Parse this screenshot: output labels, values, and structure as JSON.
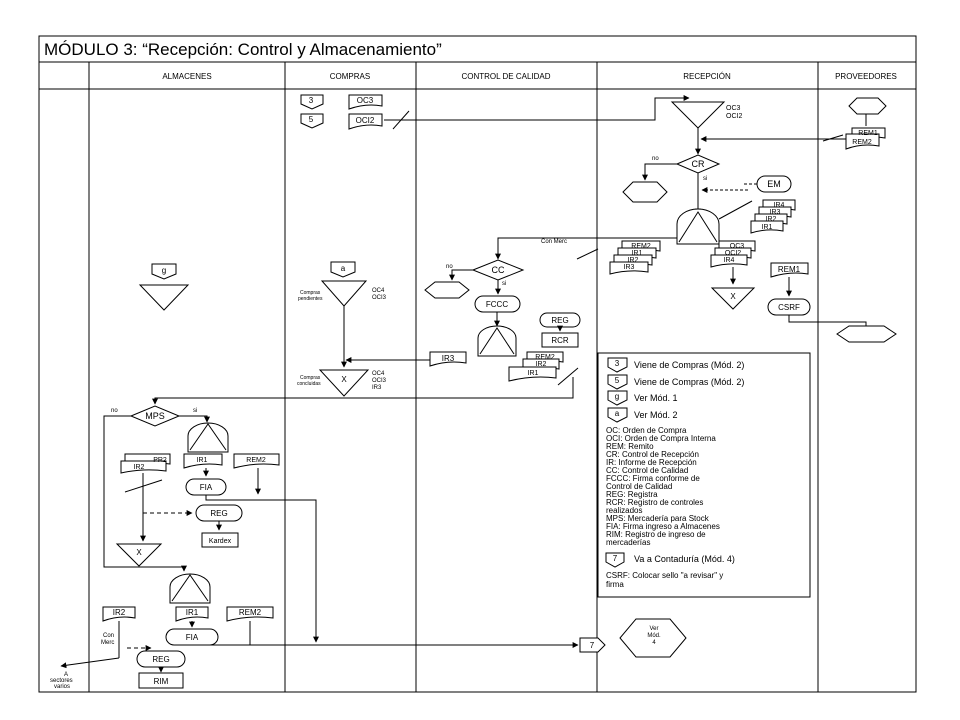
{
  "title": "MÓDULO 3: “Recepción:  Control y Almacenamiento”",
  "lanes": [
    "ALMACENES",
    "COMPRAS",
    "CONTROL DE CALIDAD",
    "RECEPCIÓN",
    "PROVEEDORES"
  ],
  "labels": {
    "c3": "3",
    "c5": "5",
    "oc3": "OC3",
    "oci2": "OCI2",
    "dueOC3": "OC3",
    "dueOCI2": "OCI2",
    "cr": "CR",
    "no_cr": "no",
    "si_cr": "si",
    "em": "EM",
    "rem1": "REM1",
    "rem2": "REM2",
    "ir4": "IR4",
    "ir3": "IR3",
    "ir2": "IR2",
    "ir1": "IR1",
    "conMerc": "Con Merc",
    "rr_rem2": "REM2",
    "rr_ir1": "IR1",
    "rr_ir2": "IR2",
    "rr_ir3": "IR3",
    "rf_oc3": "OC3",
    "rf_oci2": "OCI2",
    "rf_ir4": "IR4",
    "rem1b": "REM1",
    "x_rec": "X",
    "csrf": "CSRF",
    "cc": "CC",
    "no_cc": "no",
    "si_cc": "si",
    "fccc": "FCCC",
    "reg_cc": "REG",
    "rcr": "RCR",
    "ir3_cc": "IR3",
    "qc_rem2": "REM2",
    "qc_ir2": "IR2",
    "qc_ir1": "IR1",
    "a": "a",
    "pend1": "Compras",
    "pend2": "pendientes",
    "oc4a": "OC4",
    "oci3a": "OCI3",
    "x_comp": "X",
    "conc1": "Compras",
    "conc2": "concluidas",
    "oc4b": "OC4",
    "oci3b": "OCI3",
    "ir3b": "IR3",
    "g": "g",
    "mps": "MPS",
    "no_mps": "no",
    "si_mps": "si",
    "pr2": "PR2",
    "ir2_alm": "IR2",
    "ir1_alm": "IR1",
    "rem2_alm": "REM2",
    "fia1": "FIA",
    "reg_alm": "REG",
    "kardex": "Kardex",
    "x_alm": "X",
    "ir2b": "IR2",
    "ir1b": "IR1",
    "rem2b": "REM2",
    "conMerc2a": "Con",
    "conMerc2b": "Merc",
    "fia2": "FIA",
    "reg2": "REG",
    "rim": "RIM",
    "seven": "7",
    "ver1": "Ver",
    "ver2": "Mód.",
    "ver3": "4",
    "asec1": "A",
    "asec2": "sectores",
    "asec3": "varios"
  },
  "legend": {
    "items": [
      {
        "sym": "3",
        "text": "Viene de Compras (Mód. 2)"
      },
      {
        "sym": "5",
        "text": "Viene de Compras (Mód. 2)"
      },
      {
        "sym": "g",
        "text": "Ver Mód. 1"
      },
      {
        "sym": "a",
        "text": "Ver Mód. 2"
      }
    ],
    "abbr": [
      "OC: Orden de Compra",
      "OCI: Orden de Compra Interna",
      "REM: Remito",
      "CR: Control de Recepción",
      "IR: Informe de Recepción",
      "CC: Control de Calidad",
      "FCCC: Firma conforme de",
      "Control de Calidad",
      "REG: Registra",
      "RCR: Registro de controles",
      "realizados",
      "MPS: Mercadería para Stock",
      "FIA: Firma ingreso a Almacenes",
      "RIM: Registro de ingreso de",
      "mercaderías"
    ],
    "seven_sym": "7",
    "seven_text": "Va a Contaduría (Mód. 4)",
    "csrf1": "CSRF: Colocar sello \"a revisar\" y",
    "csrf2": "firma"
  }
}
